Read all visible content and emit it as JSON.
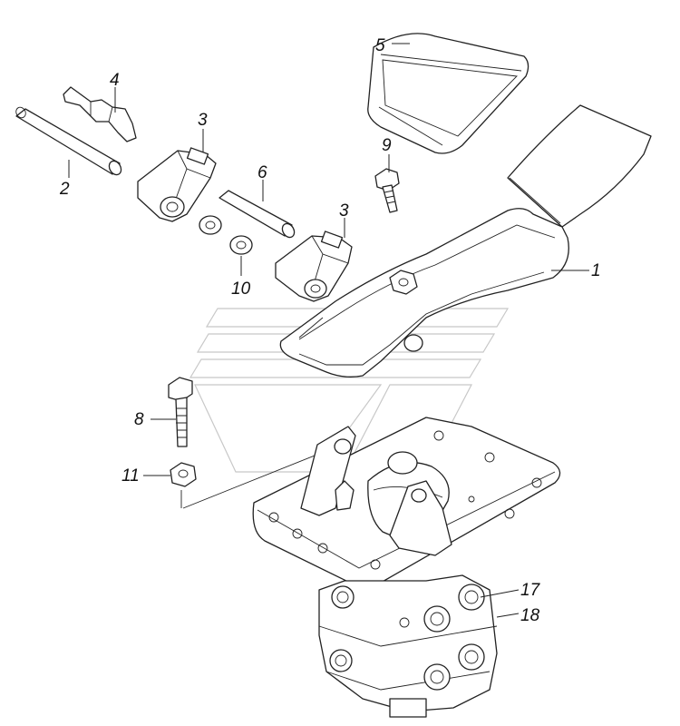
{
  "labels": {
    "l1": "1",
    "l2": "2",
    "l3a": "3",
    "l3b": "3",
    "l4": "4",
    "l5": "5",
    "l6": "6",
    "l8": "8",
    "l9": "9",
    "l10": "10",
    "l11": "11",
    "l17": "17",
    "l18": "18"
  }
}
